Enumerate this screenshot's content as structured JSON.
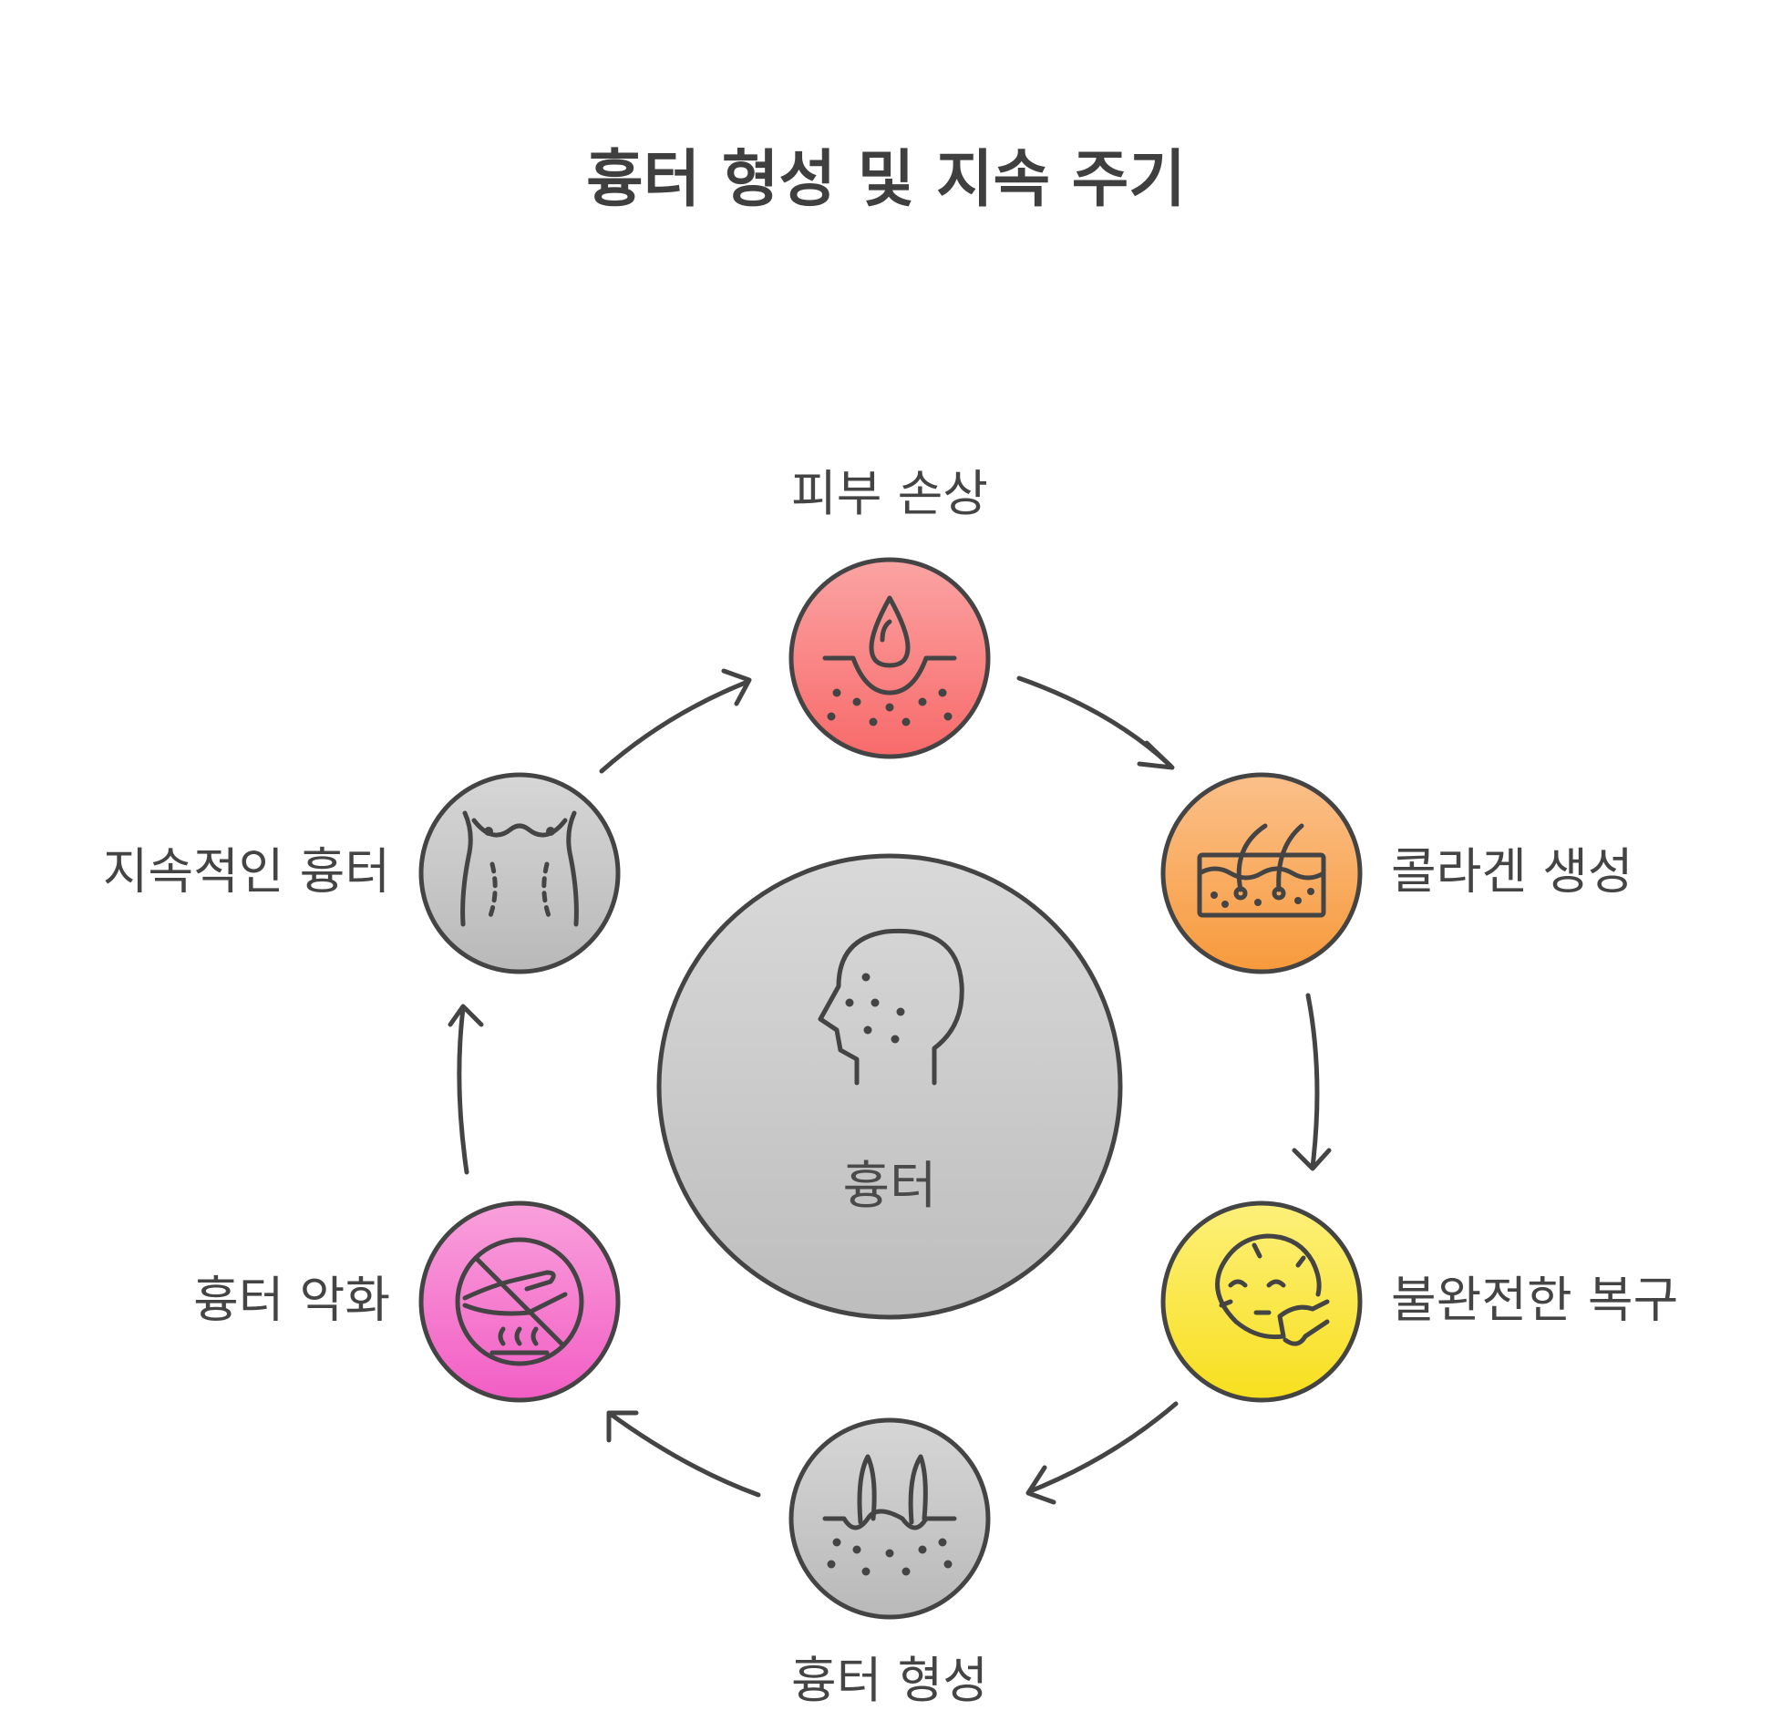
{
  "title": "흉터 형성 및 지속 주기",
  "center": {
    "label": "흉터",
    "icon": "head-with-scars-icon",
    "color": "#cccccc"
  },
  "stages": [
    {
      "label": "피부 손상",
      "icon": "skin-wound-drop-icon",
      "color_top": "#fba3a3",
      "color_bottom": "#f86a6a"
    },
    {
      "label": "콜라겐 생성",
      "icon": "skin-layer-hair-icon",
      "color_top": "#fbc08a",
      "color_bottom": "#f79a3c"
    },
    {
      "label": "불완전한 복구",
      "icon": "face-touch-icon",
      "color_top": "#fdf07a",
      "color_bottom": "#f8df1e"
    },
    {
      "label": "흉터 형성",
      "icon": "skin-layer-spikes-icon",
      "color_top": "#d6d6d6",
      "color_bottom": "#b9b9b9"
    },
    {
      "label": "흉터 악화",
      "icon": "no-heat-hand-icon",
      "color_top": "#f9a0dc",
      "color_bottom": "#f25ec4"
    },
    {
      "label": "지속적인 흉터",
      "icon": "torso-scar-icon",
      "color_top": "#d6d6d6",
      "color_bottom": "#b9b9b9"
    }
  ]
}
